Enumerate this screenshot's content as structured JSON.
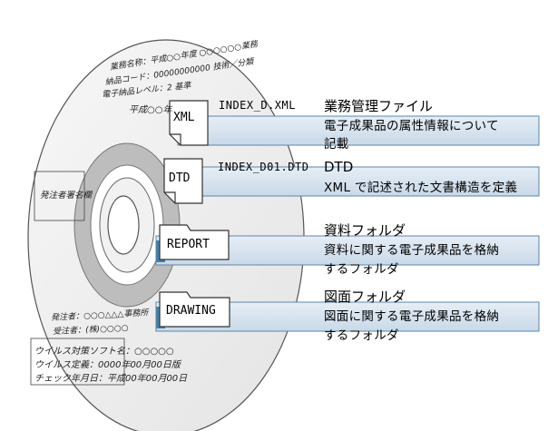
{
  "disc": {
    "label_lines": [
      "業務名称：平成○○年度 ○○○○○○業務",
      "納品コード：00000000000   技術／分類",
      "電子納品レベル：2  基準",
      "平成○○年"
    ],
    "orderer_box": "発注者署名欄",
    "contractor_lines": [
      "発注者：○○○△△△事務所",
      "受注者：(株)○○○○"
    ],
    "virus_lines": [
      "ウイルス対策ソフト名：○○○○○",
      "ウイルス定義：0000年00月00日版",
      "チェック年月日：平成00年00月00日"
    ]
  },
  "items": [
    {
      "tag": "XML",
      "filename": "INDEX_D.XML",
      "title": "業務管理ファイル",
      "desc": [
        "電子成果品の属性情報について",
        "記載"
      ]
    },
    {
      "tag": "DTD",
      "filename": "INDEX_D01.DTD",
      "title": "DTD",
      "desc": [
        "XML で記述された文書構造を定義"
      ]
    },
    {
      "tag": "REPORT",
      "filename": "",
      "title": "資料フォルダ",
      "desc": [
        "資料に関する電子成果品を格納",
        "するフォルダ"
      ]
    },
    {
      "tag": "DRAWING",
      "filename": "",
      "title": "図面フォルダ",
      "desc": [
        "図面に関する電子成果品を格納",
        "するフォルダ"
      ]
    }
  ],
  "colors": {
    "bar": "#4a7fa6",
    "bar_light": "#dde8f2",
    "disc_ring": "#bcbcbc"
  }
}
